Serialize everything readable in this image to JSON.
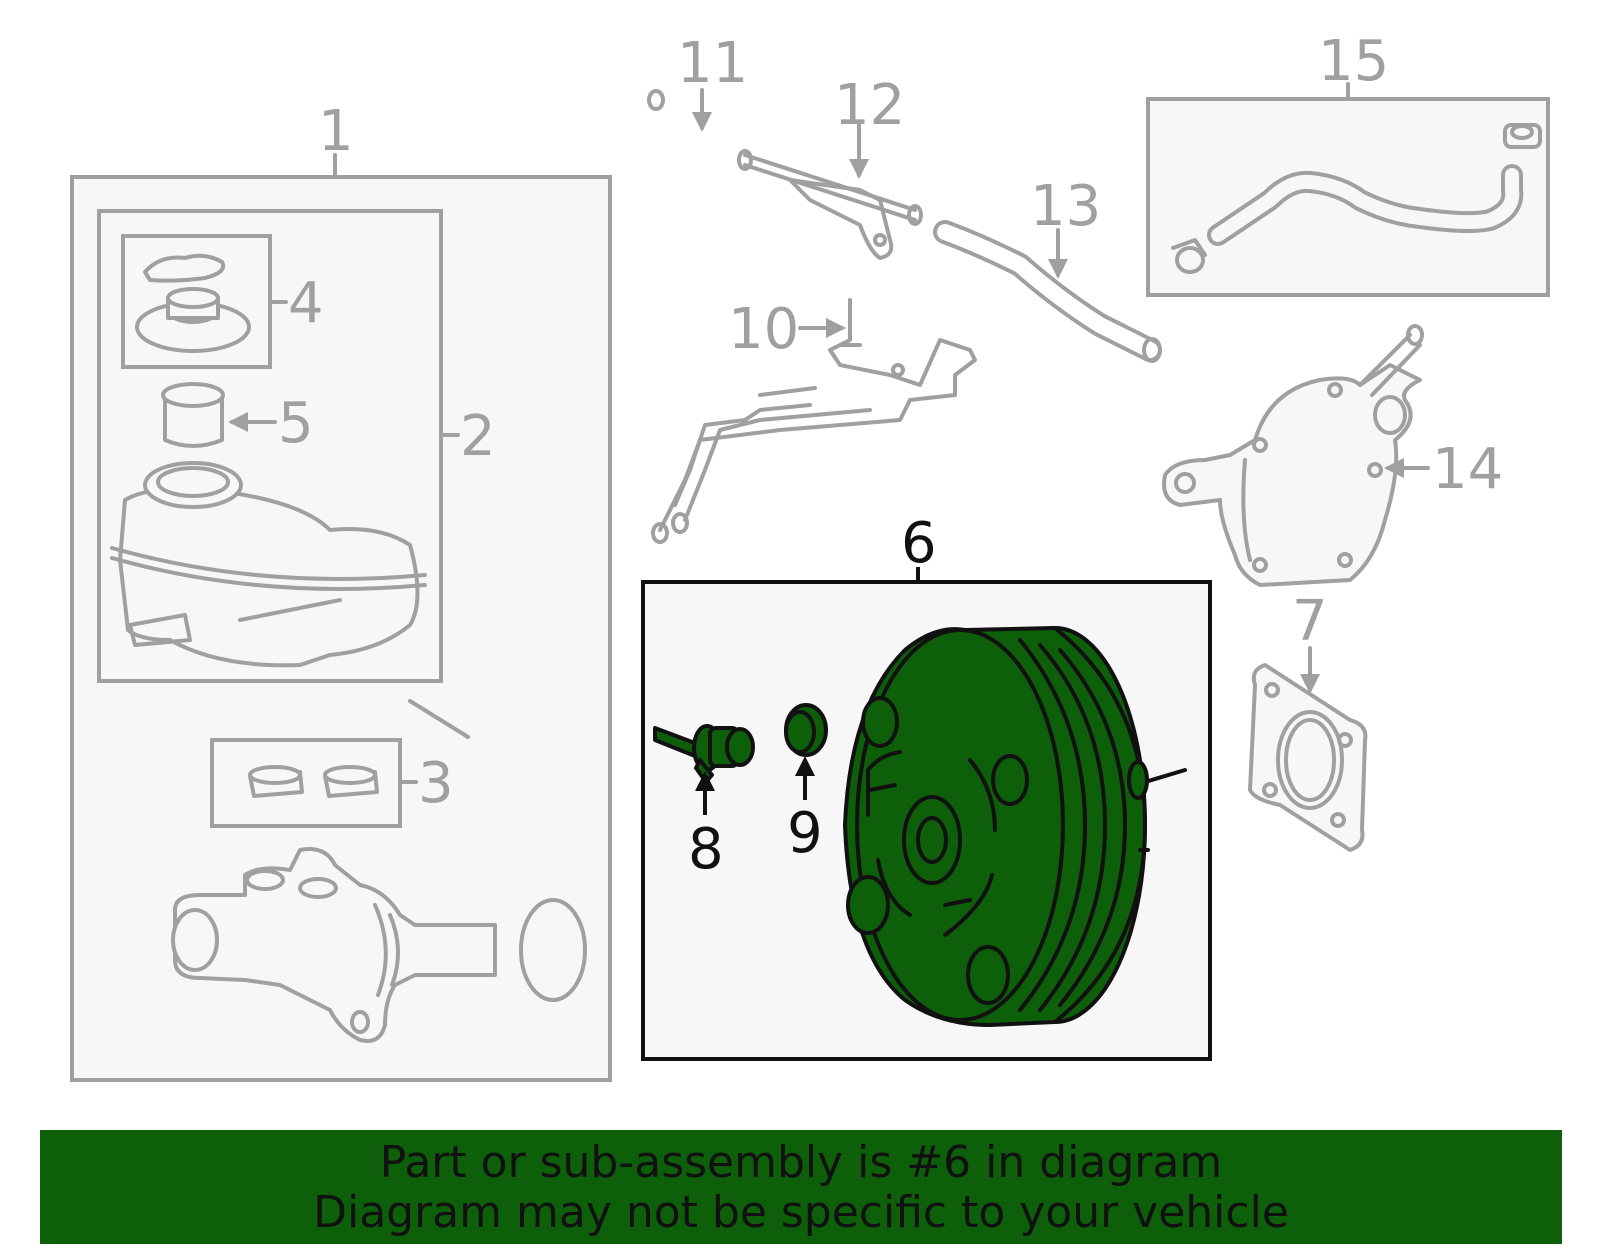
{
  "callouts": {
    "c1": "1",
    "c2": "2",
    "c3": "3",
    "c4": "4",
    "c5": "5",
    "c6": "6",
    "c7": "7",
    "c8": "8",
    "c9": "9",
    "c10": "10",
    "c11": "11",
    "c12": "12",
    "c13": "13",
    "c14": "14",
    "c15": "15"
  },
  "banner": {
    "line1": "Part or sub-assembly is #6 in diagram",
    "line2": "Diagram may not be specific to your vehicle"
  },
  "colors": {
    "highlight": "#0e5f0a",
    "grey_line": "#a0a0a0",
    "box_fill": "#f7f7f7"
  }
}
